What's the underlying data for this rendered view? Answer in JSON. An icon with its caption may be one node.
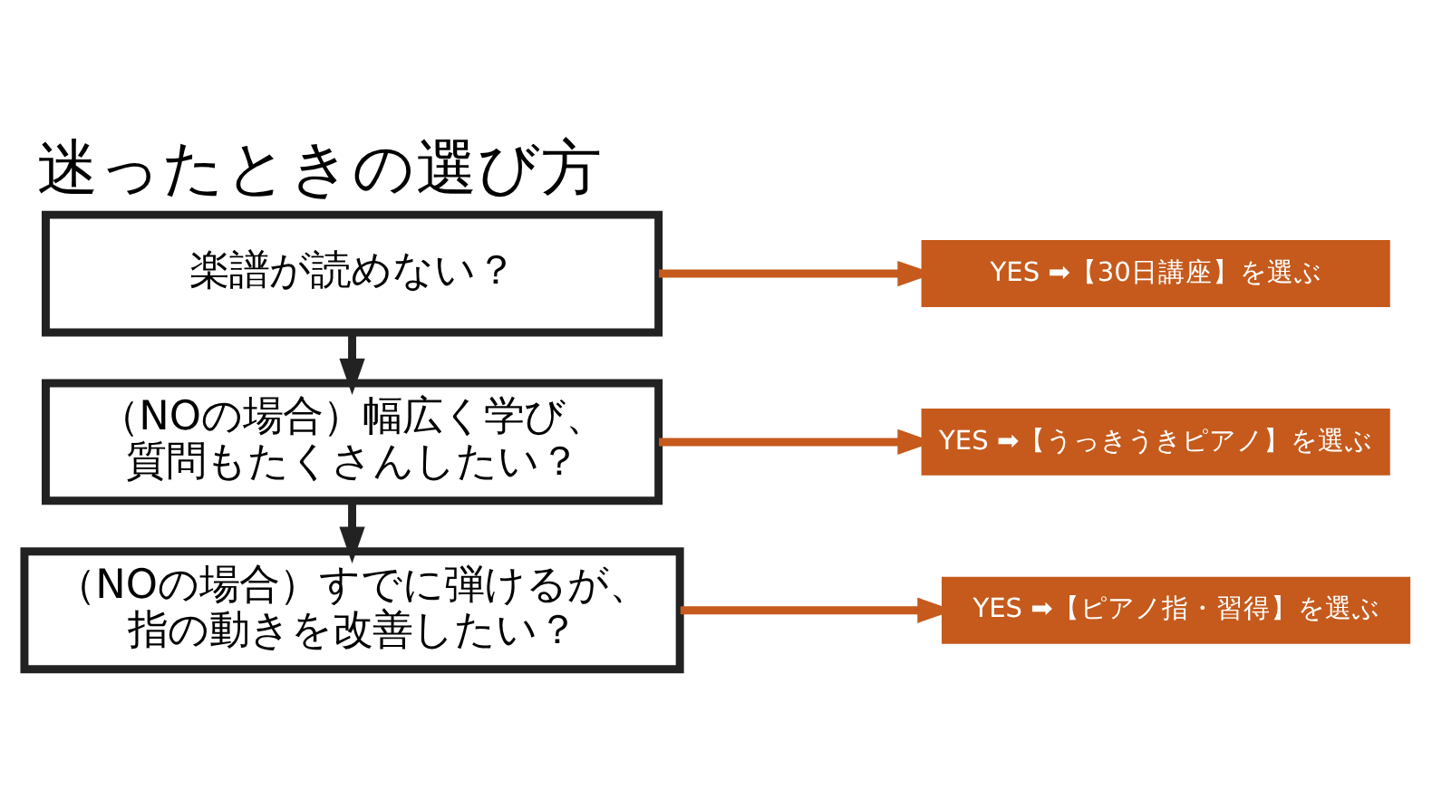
{
  "diagram": {
    "title": "迷ったときの選び方",
    "nodes": [
      {
        "text": [
          "楽譜が読めない？"
        ]
      },
      {
        "text": [
          "YES ➡【30日講座】を選ぶ"
        ]
      },
      {
        "text": [
          "（NOの場合）幅広く学び、質問もたくさんしたい？"
        ]
      },
      {
        "text": [
          "YES ➡【うっきうきピアノ】を選ぶ"
        ]
      },
      {
        "text": [
          "（NOの場合）すでに弾けるが、指の動きを改善したい？"
        ]
      },
      {
        "text": [
          "YES ➡【ピアノ指・習得】を選ぶ"
        ]
      }
    ],
    "edges": [
      {
        "from": 0,
        "to": 1,
        "arrow": "to",
        "color": "#c55a1c"
      },
      {
        "from": 0,
        "to": 2,
        "arrow": "to",
        "color": "#222222"
      },
      {
        "from": 2,
        "to": 3,
        "arrow": "to",
        "color": "#c55a1c"
      },
      {
        "from": 2,
        "to": 4,
        "arrow": "to",
        "color": "#222222"
      },
      {
        "from": 4,
        "to": 5,
        "arrow": "to",
        "color": "#c55a1c"
      }
    ]
  }
}
